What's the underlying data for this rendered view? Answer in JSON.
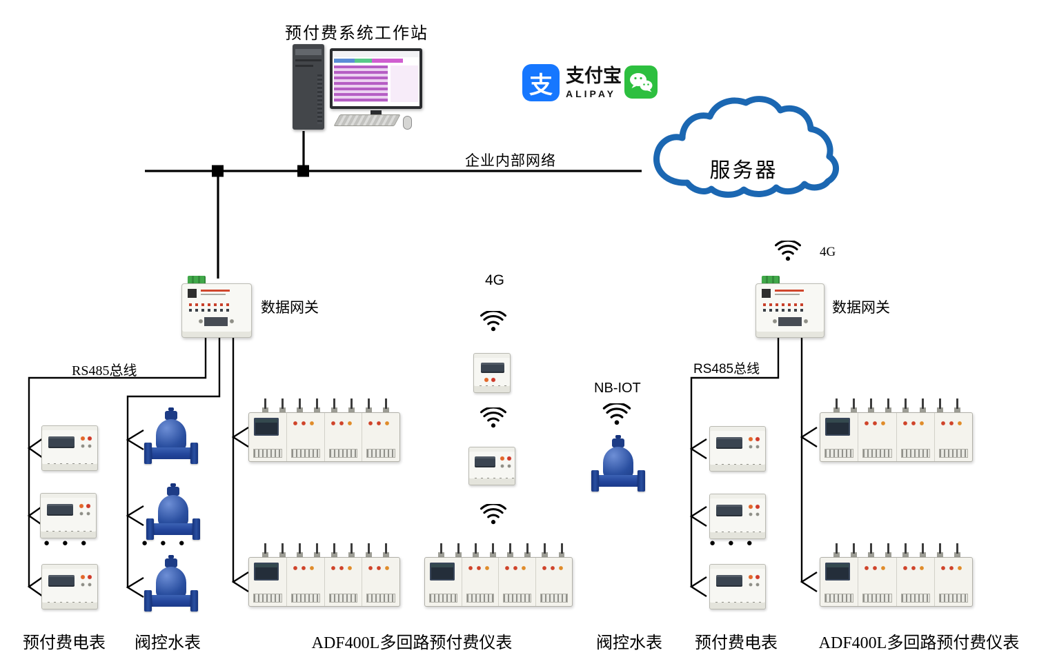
{
  "diagram": {
    "title": "预付费系统工作站",
    "network_label": "企业内部网络",
    "server_label": "服务器",
    "alipay": {
      "glyph": "支",
      "name": "支付宝",
      "sub": "ALIPAY"
    },
    "gateway_left": "数据网关",
    "gateway_right": "数据网关",
    "rs485_left": "RS485总线",
    "rs485_right": "RS485总线",
    "wireless": {
      "mid_4g": "4G",
      "right_4g": "4G",
      "nbiot": "NB-IOT"
    },
    "ellipsis": "● ● ●",
    "bottom_labels": [
      "预付费电表",
      "阀控水表",
      "ADF400L多回路预付费仪表",
      "阀控水表",
      "预付费电表",
      "ADF400L多回路预付费仪表"
    ],
    "colors": {
      "cloud_stroke": "#1b67b2",
      "alipay_blue": "#1677ff",
      "wechat_green": "#2dbf3f",
      "water_blue": "#2a4fa0",
      "wire": "#000000"
    }
  }
}
